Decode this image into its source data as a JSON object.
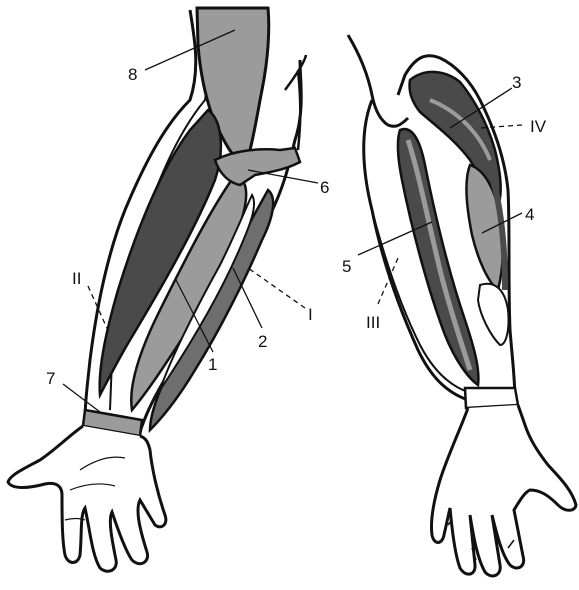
{
  "labels": {
    "n1": "1",
    "n2": "2",
    "n3": "3",
    "n4": "4",
    "n5": "5",
    "n6": "6",
    "n7": "7",
    "n8": "8",
    "rI": "I",
    "rII": "II",
    "rIII": "III",
    "rIV": "IV"
  },
  "colors": {
    "outline": "#111111",
    "dark_muscle": "#4a4a4a",
    "mid_muscle": "#9b9b9b",
    "light_fill": "#ffffff",
    "background": "#ffffff"
  }
}
